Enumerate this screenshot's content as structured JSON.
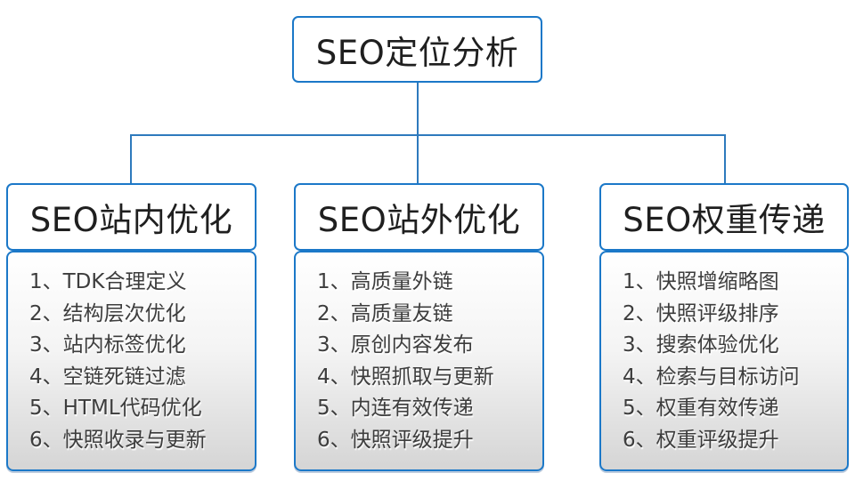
{
  "diagram": {
    "type": "tree",
    "root": {
      "title": "SEO定位分析"
    },
    "columns": [
      {
        "title": "SEO站内优化",
        "items": [
          "1、TDK合理定义",
          "2、结构层次优化",
          "3、站内标签优化",
          "4、空链死链过滤",
          "5、HTML代码优化",
          "6、快照收录与更新"
        ]
      },
      {
        "title": "SEO站外优化",
        "items": [
          "1、高质量外链",
          "2、高质量友链",
          "3、原创内容发布",
          "4、快照抓取与更新",
          "5、内连有效传递",
          "6、快照评级提升"
        ]
      },
      {
        "title": "SEO权重传递",
        "items": [
          "1、快照增缩略图",
          "2、快照评级排序",
          "3、搜索体验优化",
          "4、检索与目标访问",
          "5、权重有效传递",
          "6、权重评级提升"
        ]
      }
    ],
    "colors": {
      "box_border": "#1b78c8",
      "connector_line": "#2e7abd",
      "title_text": "#1f1f1f",
      "list_text": "#3d3d3d",
      "list_gradient_top": "#ffffff",
      "list_gradient_bottom": "#d5d5d5"
    }
  }
}
